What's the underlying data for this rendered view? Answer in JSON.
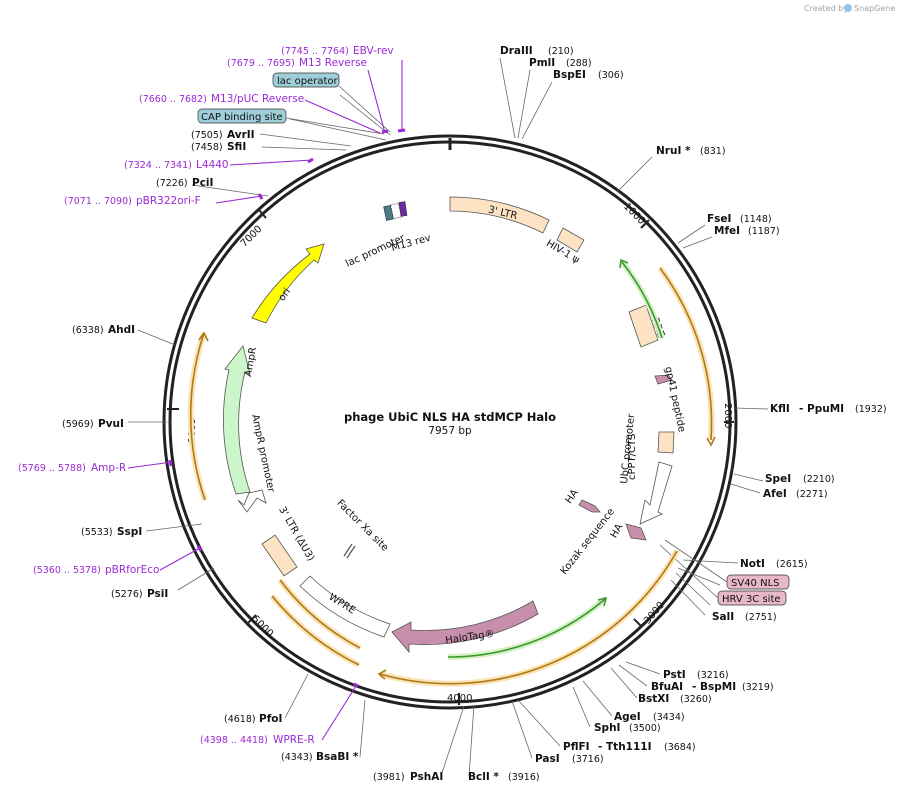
{
  "credit": {
    "text": "Created by",
    "brand": "SnapGene"
  },
  "plasmid": {
    "name": "phage UbiC NLS HA stdMCP Halo",
    "size": "7957 bp"
  },
  "ticks": [
    {
      "label": "1000"
    },
    {
      "label": "2000"
    },
    {
      "label": "3000"
    },
    {
      "label": "4000"
    },
    {
      "label": "5000"
    },
    {
      "label": "6000"
    },
    {
      "label": "7000"
    }
  ],
  "enzymes": [
    {
      "name": "DraIII",
      "coord": "(210)"
    },
    {
      "name": "PmlI",
      "coord": "(288)"
    },
    {
      "name": "BspEI",
      "coord": "(306)"
    },
    {
      "name": "NruI *",
      "coord": "(831)"
    },
    {
      "name": "FseI",
      "coord": "(1148)"
    },
    {
      "name": "MfeI",
      "coord": "(1187)"
    },
    {
      "name": "KflI",
      "name2": "- PpuMI",
      "coord": "(1932)"
    },
    {
      "name": "SpeI",
      "coord": "(2210)"
    },
    {
      "name": "AfeI",
      "coord": "(2271)"
    },
    {
      "name": "NotI",
      "coord": "(2615)"
    },
    {
      "name": "SalI",
      "coord": "(2751)"
    },
    {
      "name": "PstI",
      "coord": "(3216)"
    },
    {
      "name": "BfuAI",
      "name2": "- BspMI",
      "coord": "(3219)"
    },
    {
      "name": "BstXI",
      "coord": "(3260)"
    },
    {
      "name": "AgeI",
      "coord": "(3434)"
    },
    {
      "name": "SphI",
      "coord": "(3500)"
    },
    {
      "name": "PflFI",
      "name2": "- Tth111I",
      "coord": "(3684)"
    },
    {
      "name": "PasI",
      "coord": "(3716)"
    },
    {
      "name": "BclI *",
      "coord": "(3916)"
    },
    {
      "name": "PshAI",
      "coord": "(3981)"
    },
    {
      "name": "BsaBI *",
      "coord": "(4343)"
    },
    {
      "name": "PfoI",
      "coord": "(4618)"
    },
    {
      "name": "PsiI",
      "coord": "(5276)"
    },
    {
      "name": "SspI",
      "coord": "(5533)"
    },
    {
      "name": "PvuI",
      "coord": "(5969)"
    },
    {
      "name": "AhdI",
      "coord": "(6338)"
    },
    {
      "name": "PciI",
      "coord": "(7226)"
    },
    {
      "name": "SfiI",
      "coord": "(7458)"
    },
    {
      "name": "AvrII",
      "coord": "(7505)"
    }
  ],
  "primers": [
    {
      "name": "EBV-rev",
      "coord": "(7745 .. 7764)"
    },
    {
      "name": "M13 Reverse",
      "coord": "(7679 .. 7695)"
    },
    {
      "name": "M13/pUC Reverse",
      "coord": "(7660 .. 7682)"
    },
    {
      "name": "L4440",
      "coord": "(7324 .. 7341)"
    },
    {
      "name": "pBR322ori-F",
      "coord": "(7071 .. 7090)"
    },
    {
      "name": "Amp-R",
      "coord": "(5769 .. 5788)"
    },
    {
      "name": "pBRforEco",
      "coord": "(5360 .. 5378)"
    },
    {
      "name": "WPRE-R",
      "coord": "(4398 .. 4418)"
    }
  ],
  "boxed_labels": [
    {
      "name": "lac operator",
      "color": "#9ecfd9"
    },
    {
      "name": "CAP binding site",
      "color": "#9ecfd9"
    },
    {
      "name": "SV40 NLS",
      "color": "#e8b8c8"
    },
    {
      "name": "HRV 3C site",
      "color": "#e8b8c8"
    }
  ],
  "features": {
    "ltr3": "3' LTR",
    "hiv_psi": "HIV-1 ψ",
    "rre": "RRE",
    "gp41": "gp41 peptide",
    "cppt": "cPPT/CTS",
    "ubc": "UbC promoter",
    "ha1": "HA",
    "ha2": "HA",
    "kozak": "Kozak sequence",
    "halotag": "HaloTag®",
    "wpre": "WPRE",
    "ltr3_delta": "3' LTR (ΔU3)",
    "factor_xa": "Factor Xa site",
    "ampr_promoter": "AmpR promoter",
    "ampr": "AmpR",
    "ori": "ori",
    "lac_promoter": "lac promoter",
    "m13rev": "M13 rev"
  },
  "colors": {
    "ltr": "#fde2c4",
    "ampr": "#ccf5c9",
    "ori": "#ffff00",
    "halo": "#c88fac",
    "orf_arrow": "#d89a2a",
    "green_arrow": "#3a9a2a",
    "primer": "#9a2ad6"
  }
}
